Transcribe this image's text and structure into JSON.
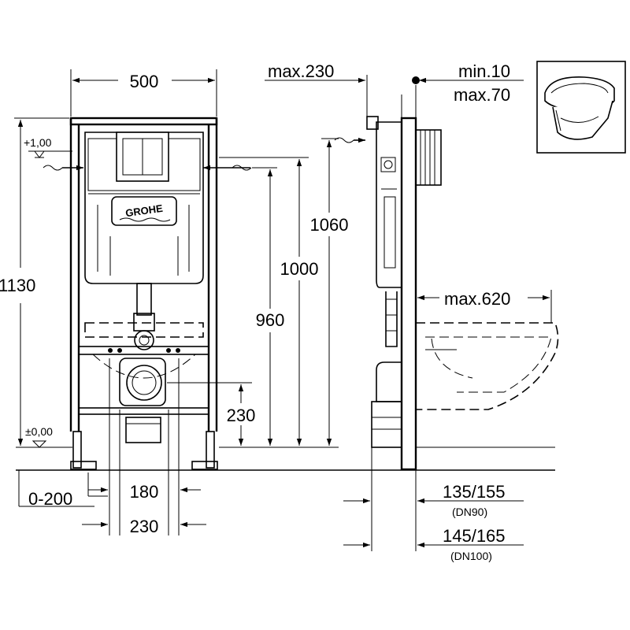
{
  "front_view": {
    "width_total": "500",
    "height_frame": "1130",
    "level_top": "+1,00",
    "level_zero": "±0,00",
    "brand": "GROHE",
    "dim_1060": "1060",
    "dim_1000": "1000",
    "dim_960": "960",
    "dim_230_height": "230",
    "dim_adjust": "0-200",
    "dim_180": "180",
    "dim_230_width": "230"
  },
  "side_view": {
    "max_230": "max.230",
    "min_10": "min.10",
    "max_70": "max.70",
    "max_620": "max.620",
    "dim_135_155": "135/155",
    "dn90": "(DN90)",
    "dim_145_165": "145/165",
    "dn100": "(DN100)"
  },
  "colors": {
    "line": "#000000",
    "background": "#ffffff"
  },
  "icons": {
    "wc_thumbnail": "wall-hung-toilet-icon"
  }
}
